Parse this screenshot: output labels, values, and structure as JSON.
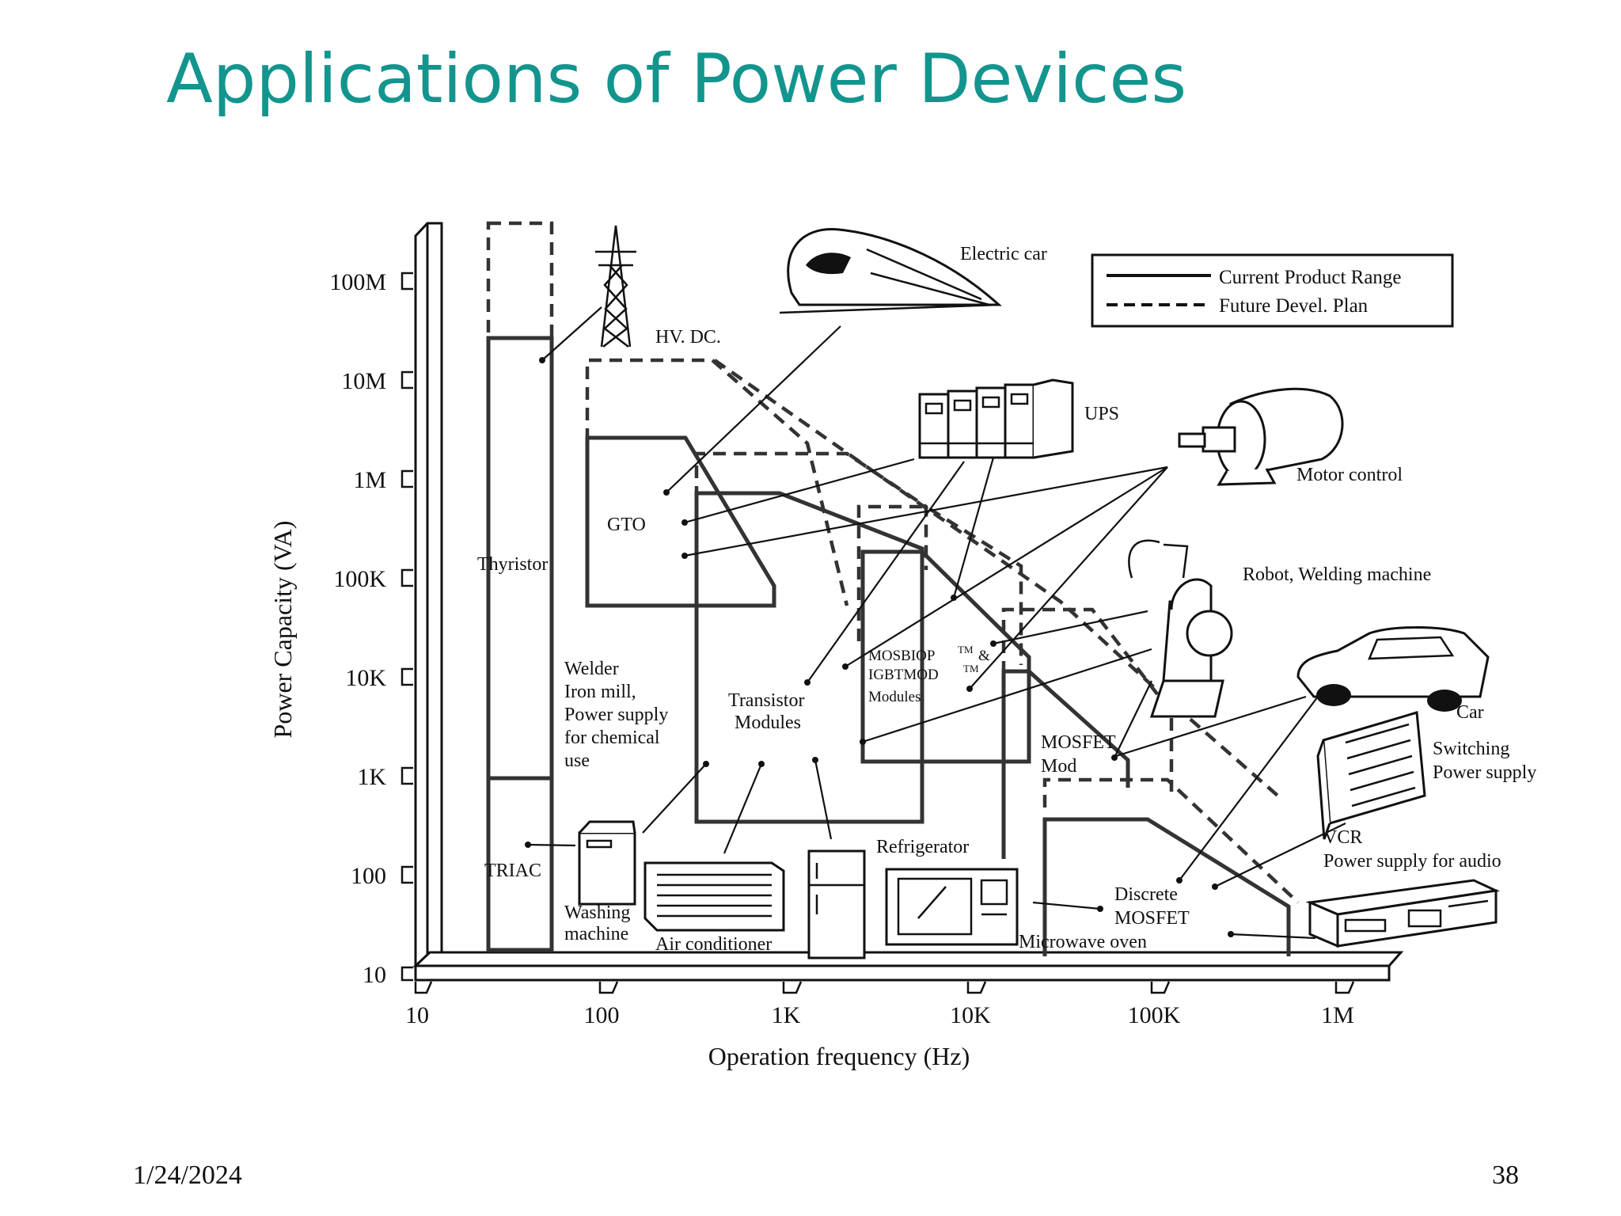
{
  "slide": {
    "title": "Applications of Power Devices",
    "date": "1/24/2024",
    "page_number": "38",
    "title_color": "#13958e"
  },
  "diagram": {
    "x_axis": {
      "label": "Operation frequency (Hz)",
      "ticks": [
        "10",
        "100",
        "1K",
        "10K",
        "100K",
        "1M"
      ]
    },
    "y_axis": {
      "label": "Power Capacity (VA)",
      "ticks": [
        "10",
        "100",
        "1K",
        "10K",
        "100K",
        "1M",
        "10M",
        "100M"
      ]
    },
    "legend": {
      "current": "Current Product Range",
      "future": "Future Devel. Plan"
    },
    "devices": {
      "thyristor": "Thyristor",
      "triac": "TRIAC",
      "gto": "GTO",
      "transistor_line1": "Transistor",
      "transistor_line2": "Modules",
      "mosbiop_line1": "MOSBIOP",
      "mosbiop_tm": "TM",
      "mosbiop_amp": "&",
      "igbtmod_line1": "IGBTMOD",
      "igbtmod_tm": "TM",
      "mos_modules": "Modules",
      "mosfet_mod_line1": "MOSFET",
      "mosfet_mod_line2": "Mod",
      "discrete_line1": "Discrete",
      "discrete_line2": "MOSFET"
    },
    "applications": {
      "hvdc": "HV. DC.",
      "electric_car": "Electric car",
      "ups": "UPS",
      "motor_control": "Motor control",
      "robot": "Robot, Welding machine",
      "welder_1": "Welder",
      "welder_2": "Iron mill,",
      "welder_3": "Power supply",
      "welder_4": "for chemical",
      "welder_5": "use",
      "car": "Car",
      "switching_1": "Switching",
      "switching_2": "Power supply",
      "vcr": "VCR",
      "audio": "Power supply for audio",
      "refrigerator": "Refrigerator",
      "washing_1": "Washing",
      "washing_2": "machine",
      "air_conditioner": "Air conditioner",
      "microwave": "Microwave oven"
    }
  }
}
